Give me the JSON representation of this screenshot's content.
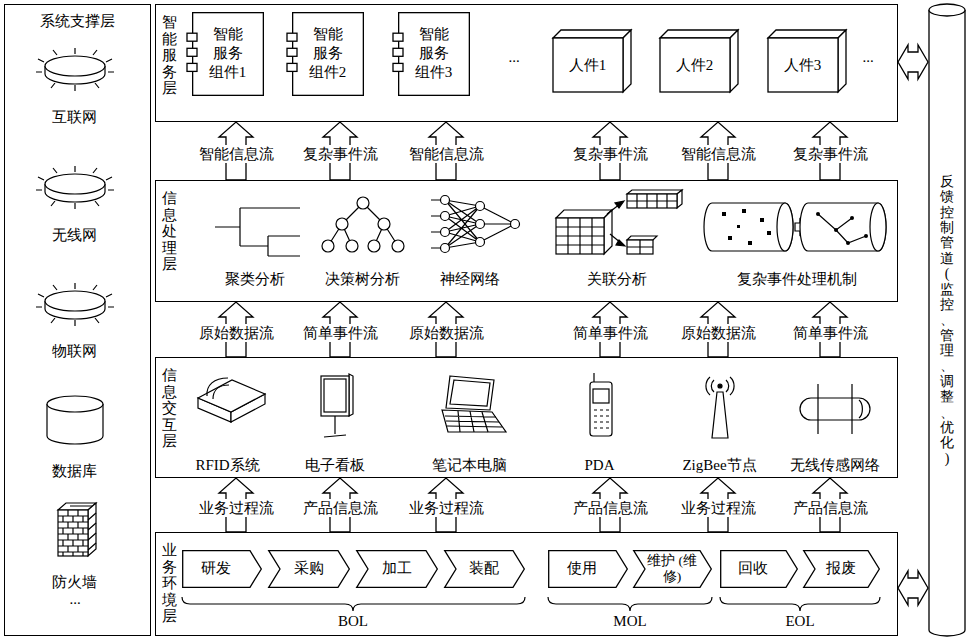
{
  "diagram": {
    "nodes": [
      {
        "text": [
          "系统支撑层"
        ]
      },
      {
        "text": [
          "互联网"
        ],
        "in": 0
      },
      {
        "text": [
          "无线网"
        ],
        "in": 0
      },
      {
        "text": [
          "物联网"
        ],
        "in": 0
      },
      {
        "text": [
          "数据库"
        ],
        "in": 0
      },
      {
        "text": [
          "防火墙"
        ],
        "in": 0
      },
      {
        "text": [
          "智能服务层"
        ]
      },
      {
        "text": [
          "智能 服务 组件1"
        ],
        "in": 6
      },
      {
        "text": [
          "智能 服务 组件2"
        ],
        "in": 6
      },
      {
        "text": [
          "智能 服务 组件3"
        ],
        "in": 6
      },
      {
        "text": [
          "人件1"
        ],
        "in": 6
      },
      {
        "text": [
          "人件2"
        ],
        "in": 6
      },
      {
        "text": [
          "人件3"
        ],
        "in": 6
      },
      {
        "text": [
          "信息处理层"
        ]
      },
      {
        "text": [
          "聚类分析"
        ],
        "in": 13
      },
      {
        "text": [
          "决策树分析"
        ],
        "in": 13
      },
      {
        "text": [
          "神经网络"
        ],
        "in": 13
      },
      {
        "text": [
          "关联分析"
        ],
        "in": 13
      },
      {
        "text": [
          "复杂事件处理机制"
        ],
        "in": 13
      },
      {
        "text": [
          "信息交互层"
        ]
      },
      {
        "text": [
          "RFID系统"
        ],
        "in": 19
      },
      {
        "text": [
          "电子看板"
        ],
        "in": 19
      },
      {
        "text": [
          "笔记本电脑"
        ],
        "in": 19
      },
      {
        "text": [
          "PDA"
        ],
        "in": 19
      },
      {
        "text": [
          "ZigBee节点"
        ],
        "in": 19
      },
      {
        "text": [
          "无线传感网络"
        ],
        "in": 19
      },
      {
        "text": [
          "业务环境层"
        ]
      },
      {
        "text": [
          "研发"
        ],
        "in": 26
      },
      {
        "text": [
          "采购"
        ],
        "in": 26
      },
      {
        "text": [
          "加工"
        ],
        "in": 26
      },
      {
        "text": [
          "装配"
        ],
        "in": 26
      },
      {
        "text": [
          "使用"
        ],
        "in": 26
      },
      {
        "text": [
          "维护 (维修)"
        ],
        "in": 26
      },
      {
        "text": [
          "回收"
        ],
        "in": 26
      },
      {
        "text": [
          "报废"
        ],
        "in": 26
      },
      {
        "text": [
          "反馈控制管道(监控、管理、调整、优化)"
        ]
      }
    ],
    "edges": [
      {
        "from": 13,
        "to": 6,
        "arrow": "to",
        "label": "智能信息流"
      },
      {
        "from": 13,
        "to": 6,
        "arrow": "to",
        "label": "复杂事件流"
      },
      {
        "from": 13,
        "to": 6,
        "arrow": "to",
        "label": "智能信息流"
      },
      {
        "from": 13,
        "to": 6,
        "arrow": "to",
        "label": "复杂事件流"
      },
      {
        "from": 13,
        "to": 6,
        "arrow": "to",
        "label": "智能信息流"
      },
      {
        "from": 13,
        "to": 6,
        "arrow": "to",
        "label": "复杂事件流"
      },
      {
        "from": 19,
        "to": 13,
        "arrow": "to",
        "label": "原始数据流"
      },
      {
        "from": 19,
        "to": 13,
        "arrow": "to",
        "label": "简单事件流"
      },
      {
        "from": 19,
        "to": 13,
        "arrow": "to",
        "label": "原始数据流"
      },
      {
        "from": 19,
        "to": 13,
        "arrow": "to",
        "label": "简单事件流"
      },
      {
        "from": 19,
        "to": 13,
        "arrow": "to",
        "label": "原始数据流"
      },
      {
        "from": 19,
        "to": 13,
        "arrow": "to",
        "label": "简单事件流"
      },
      {
        "from": 26,
        "to": 19,
        "arrow": "to",
        "label": "业务过程流"
      },
      {
        "from": 26,
        "to": 19,
        "arrow": "to",
        "label": "产品信息流"
      },
      {
        "from": 26,
        "to": 19,
        "arrow": "to",
        "label": "业务过程流"
      },
      {
        "from": 26,
        "to": 19,
        "arrow": "to",
        "label": "产品信息流"
      },
      {
        "from": 26,
        "to": 19,
        "arrow": "to",
        "label": "业务过程流"
      },
      {
        "from": 26,
        "to": 19,
        "arrow": "to",
        "label": "产品信息流"
      },
      {
        "from": 35,
        "to": 6,
        "arrow": "both"
      },
      {
        "from": 35,
        "to": 26,
        "arrow": "both"
      }
    ],
    "labels": [
      "...",
      "...",
      "...",
      "BOL",
      "MOL",
      "EOL"
    ]
  }
}
